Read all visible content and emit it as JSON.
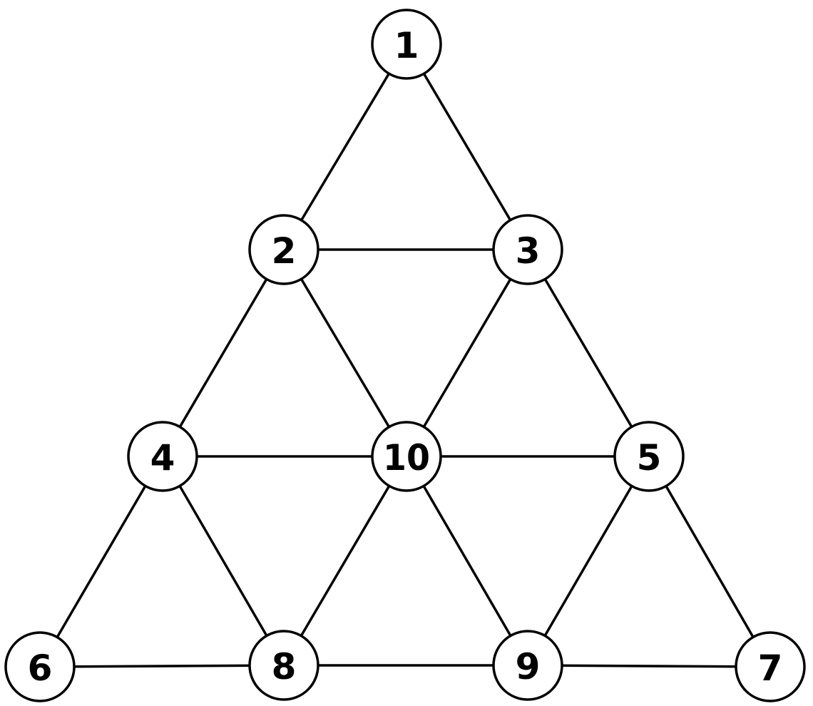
{
  "diagram": {
    "colors": {
      "stroke": "#000000",
      "node_fill": "#ffffff",
      "background": "#ffffff"
    },
    "nodes": [
      {
        "id": "1",
        "label": "1"
      },
      {
        "id": "2",
        "label": "2"
      },
      {
        "id": "3",
        "label": "3"
      },
      {
        "id": "4",
        "label": "4"
      },
      {
        "id": "10",
        "label": "10"
      },
      {
        "id": "5",
        "label": "5"
      },
      {
        "id": "6",
        "label": "6"
      },
      {
        "id": "8",
        "label": "8"
      },
      {
        "id": "9",
        "label": "9"
      },
      {
        "id": "7",
        "label": "7"
      }
    ],
    "edges": [
      [
        "1",
        "2"
      ],
      [
        "1",
        "3"
      ],
      [
        "2",
        "3"
      ],
      [
        "2",
        "4"
      ],
      [
        "2",
        "10"
      ],
      [
        "3",
        "10"
      ],
      [
        "3",
        "5"
      ],
      [
        "4",
        "10"
      ],
      [
        "10",
        "5"
      ],
      [
        "4",
        "6"
      ],
      [
        "4",
        "8"
      ],
      [
        "10",
        "8"
      ],
      [
        "10",
        "9"
      ],
      [
        "5",
        "9"
      ],
      [
        "5",
        "7"
      ],
      [
        "6",
        "8"
      ],
      [
        "8",
        "9"
      ],
      [
        "9",
        "7"
      ]
    ]
  }
}
